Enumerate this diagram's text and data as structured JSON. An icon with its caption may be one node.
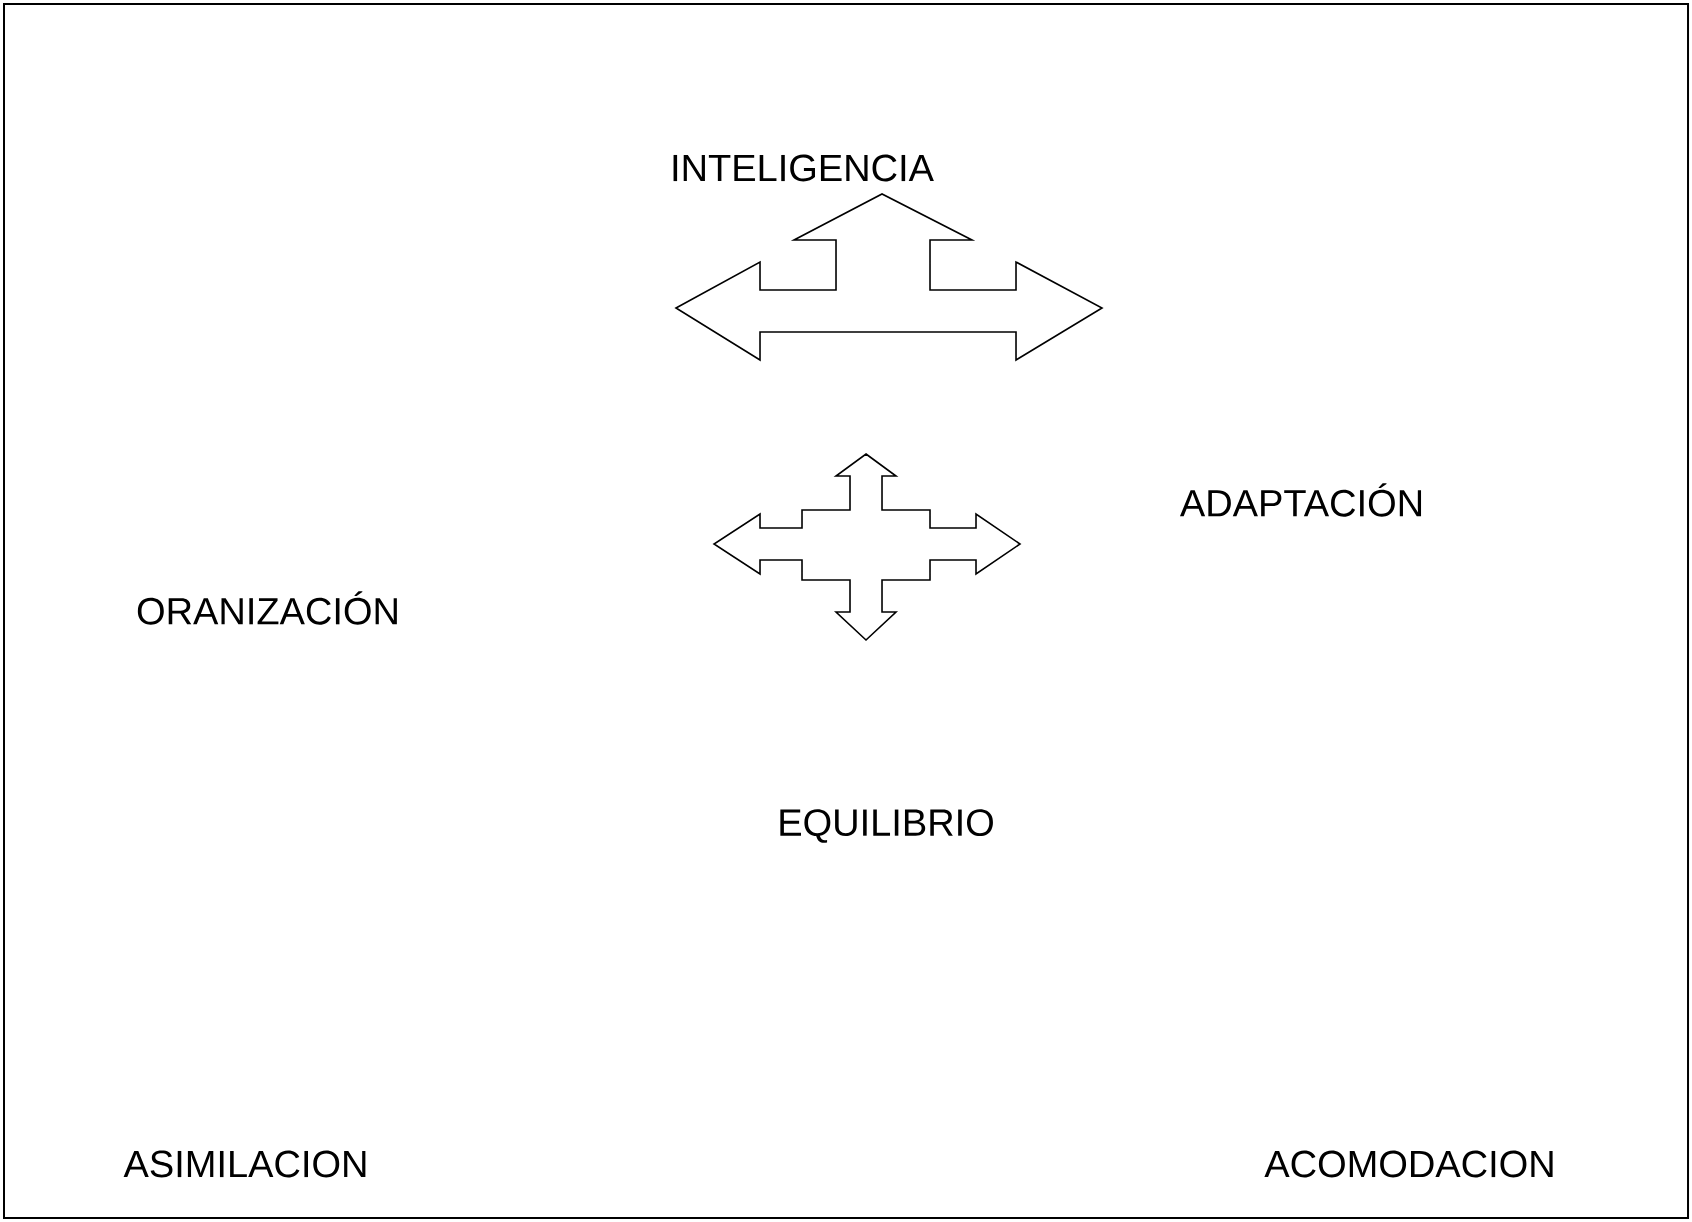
{
  "diagram": {
    "labels": [
      "INTELIGENCIA",
      "ADAPTACIÓN",
      "ORANIZACIÓN",
      "EQUILIBRIO",
      "ASIMILACION",
      "ACOMODACION"
    ]
  }
}
